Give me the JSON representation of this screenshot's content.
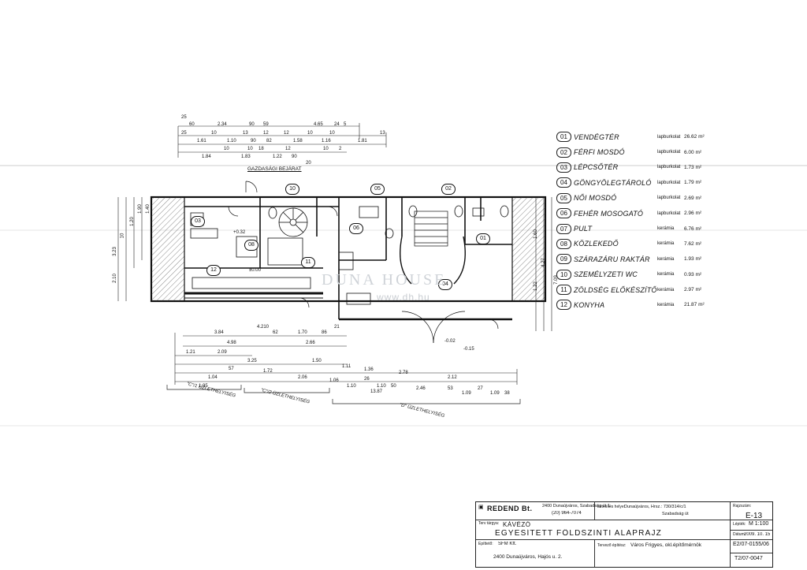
{
  "watermark": {
    "brand": "DUNA HOUSE",
    "site": "www.dh.hu"
  },
  "entrance_label": "GAZDASÁGI BEJÁRAT",
  "legend": [
    {
      "num": "01",
      "name": "VENDÉGTÉR",
      "finish": "lapburkolat",
      "area": "26.62 m²"
    },
    {
      "num": "02",
      "name": "FÉRFI MOSDÓ",
      "finish": "lapburkolat",
      "area": "6.00 m²"
    },
    {
      "num": "03",
      "name": "LÉPCSŐTÉR",
      "finish": "lapburkolat",
      "area": "1.73 m²"
    },
    {
      "num": "04",
      "name": "GÖNGYÖLEGTÁROLÓ",
      "finish": "lapburkolat",
      "area": "1.79 m²"
    },
    {
      "num": "05",
      "name": "NŐI MOSDÓ",
      "finish": "lapburkolat",
      "area": "2.69 m²"
    },
    {
      "num": "06",
      "name": "FEHÉR MOSOGATÓ",
      "finish": "lapburkolat",
      "area": "2.96 m²"
    },
    {
      "num": "07",
      "name": "PULT",
      "finish": "kerámia",
      "area": "6.76 m²"
    },
    {
      "num": "08",
      "name": "KÖZLEKEDŐ",
      "finish": "kerámia",
      "area": "7.62 m²"
    },
    {
      "num": "09",
      "name": "SZÁRAZÁRU RAKTÁR",
      "finish": "kerámia",
      "area": "1.93 m²"
    },
    {
      "num": "10",
      "name": "SZEMÉLYZETI WC",
      "finish": "kerámia",
      "area": "0.93 m²"
    },
    {
      "num": "11",
      "name": "ZÖLDSÉG ELŐKÉSZÍTŐ",
      "finish": "kerámia",
      "area": "2.97 m²"
    },
    {
      "num": "12",
      "name": "KONYHA",
      "finish": "kerámia",
      "area": "21.87 m²"
    }
  ],
  "room_tags": [
    "01",
    "02",
    "03",
    "04",
    "05",
    "06",
    "08",
    "10",
    "11",
    "12"
  ],
  "zones": [
    "\"C\"/1 ÜZLETHELYISÉG",
    "\"C\"/2 ÜZLETHELYISÉG",
    "\"D\" ÜZLETHELYISÉG"
  ],
  "dims_top": {
    "row1": [
      "25",
      "60",
      "2.34",
      "90",
      "59",
      "4.65",
      "24",
      "5"
    ],
    "row2": [
      "25",
      "10",
      "13",
      "12",
      "12",
      "10",
      "10",
      "13"
    ],
    "row3": [
      "1.61",
      "1.10",
      "90",
      "82",
      "1.58",
      "1.16",
      "1.81"
    ],
    "row4": [
      "10",
      "10",
      "18",
      "12",
      "10",
      "2"
    ],
    "row5": [
      "1.84",
      "1.83",
      "1.22",
      "90",
      "20"
    ]
  },
  "dims_bottom": {
    "row1": [
      "3.84",
      "4.210",
      "62",
      "1.70",
      "86",
      "21"
    ],
    "row2": [
      "4.98",
      "2.66"
    ],
    "row3": [
      "1.21",
      "2.09"
    ],
    "row4": [
      "3.25",
      "1.50",
      "1.11",
      "1.36",
      "2.12"
    ],
    "row5": [
      "1.95",
      "57",
      "1.04",
      "1.72",
      "2.06",
      "1.06",
      "1.10",
      "26",
      "1.10",
      "50",
      "2.78",
      "2.46",
      "53",
      "1.09",
      "27",
      "1.09",
      "38"
    ],
    "total": "13.87"
  },
  "dims_left": [
    "3.23",
    "2.10",
    "10",
    "1.20",
    "1.90",
    "1.40"
  ],
  "dims_right": [
    "7.09",
    "1.22",
    "1.60",
    "4.27"
  ],
  "levels": [
    "+0.32",
    "±0.00",
    "-0.02",
    "-0.15"
  ],
  "titleblock": {
    "firm": "REDEND Bt.",
    "firm_address": "2400 Dunaújváros, Szabadság út 1.",
    "firm_phone": "(20) 964-7074",
    "site_label": "Létesítés helye:",
    "site_value": "Dunaújváros, Hrsz.: 730/314/c/1",
    "site_street": "Szabadság út",
    "sheet_label": "Rajzszám:",
    "sheet_value": "É-13",
    "subject_label": "Terv tárgya:",
    "subject_value": "KÁVÉZÓ",
    "drawing_title": "EGYESÍTETT FÖLDSZINTI ALAPRAJZ",
    "scale_label": "Lépték:",
    "scale_value": "M 1:100",
    "date_label": "Dátum:",
    "date_value": "2009. 10. 15",
    "builder_label": "Építtető:",
    "builder_value": "SFM Kft.",
    "builder_address": "2400 Dunaújváros, Hajós u. 2.",
    "designer_label": "Tervező építész:",
    "designer_value": "Város Frigyes, okl.építőmérnök",
    "code1": "É2/07-0155/06",
    "code2": "T2/07-0047"
  }
}
